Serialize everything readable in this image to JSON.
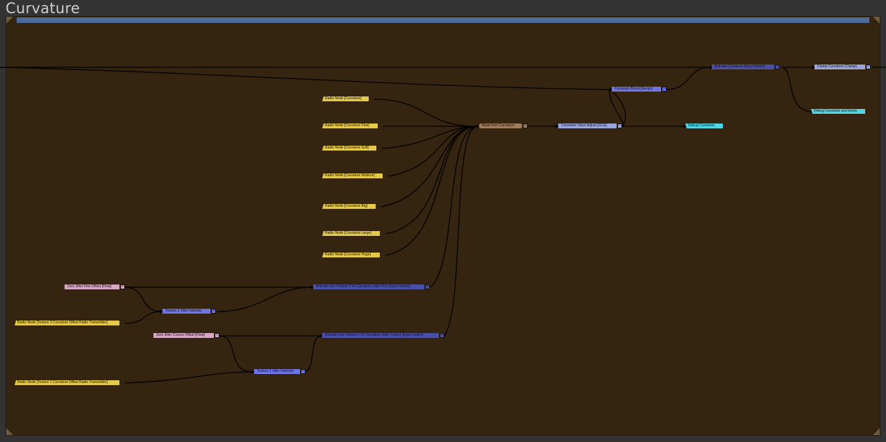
{
  "title": "Curvature",
  "colors": {
    "background": "#333333",
    "backdrop": "#35240f",
    "backdrop_bar": "#4c6d9c",
    "radio_node": "#e4c94a",
    "merge_node": "#6f74e6",
    "input_switch": "#4a4fa8",
    "clamp_node": "#9aa6dc",
    "debug_node": "#53d6e3",
    "mask_node": "#a07c5c",
    "jitter_node": "#d7a8c3"
  },
  "collapse_glyph": "–",
  "nodes": {
    "radio_curvature": "Radio Node [Curvature]",
    "radio_curvature_fine": "Radio Node [Curvature Fine]",
    "radio_curvature_soft": "Radio Node [Curvature Soft]",
    "radio_curvature_medium": "Radio Node [Curvature Medium]",
    "radio_curvature_big": "Radio Node [Curvature Big]",
    "radio_curvature_large": "Radio Node [Curvature Large]",
    "radio_curvature_huge": "Radio Node [Curvature Huge]",
    "mask_from_curvature": "Mask from Curvature",
    "curvature_value_adjust": "Curvature Value Adjust [SCG]",
    "debug_curvature": "Debug Curvature",
    "curvature_blend": "Curvature Blend [Merge]",
    "activate_curvature": "Activate Curvature [Input Switch]",
    "clamp_curvature": "Clamp Curvature (Clamp)",
    "debug_curvature_below": "Debug Curvature and below",
    "zero_jitter_fine": "Zero Jitter Fine Offset [Float]",
    "texture3_jitter_intensity": "Texture 3 Jitter Intensity",
    "radio_texture3_offset": "Radio Node [Texture 3 Curvature Offset Radio Transmitter]",
    "activate_texture3": "Activate Use Texture 3 for Curvature Jitter Fine [Input Switch]",
    "zero_jitter_coarse": "Zero Jitter Coarse Offset [Float]",
    "activate_texture1": "Activate Use Texture 1 for Curvature Jitter Coarse [Input Switch]",
    "texture1_jitter_intensity": "Texture 1 Jitter Intensity",
    "radio_texture1_offset": "Radio Node [Texture 1 Curvature Offset Radio Transmitter]"
  }
}
